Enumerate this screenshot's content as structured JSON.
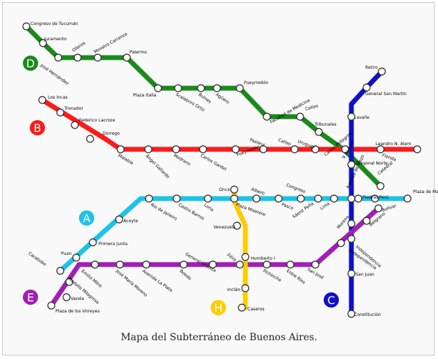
{
  "caption": "Mapa del Subterráneo de Buenos Aires.",
  "lines": [
    {
      "id": "A",
      "color": "#1ec2e6",
      "badge_color": "#1ec2e6",
      "badge_text": "#ffffff",
      "stations": [
        "Plaza de Mayo",
        "Perú",
        "Piedras",
        "Lima",
        "Sáenz Peña",
        "Congreso",
        "Pasco",
        "Alberti",
        "Plaza Miserere",
        "Loria",
        "Castro Barros",
        "Río de Janeiro",
        "Acoyte",
        "Primera Junta",
        "Puan",
        "Carabobo"
      ]
    },
    {
      "id": "B",
      "color": "#ff1a1a",
      "badge_color": "#ff1a1a",
      "badge_text": "#ffffff",
      "stations": [
        "Leandro N. Alem",
        "Florida",
        "Carlos Pellegrini",
        "Uruguay",
        "Callao",
        "Pasteur",
        "Pueyrredón",
        "Carlos Gardel",
        "Medrano",
        "Ángel Gallardo",
        "Malabia",
        "Dorrego",
        "Federico Lacroze",
        "Tronador",
        "Los Incas"
      ]
    },
    {
      "id": "C",
      "color": "#1010c8",
      "badge_color": "#1010c8",
      "badge_text": "#ffffff",
      "stations": [
        "Retiro",
        "General San Martín",
        "Lavalle",
        "Diagonal Norte",
        "Avenida de Mayo",
        "Moreno",
        "Independencia",
        "San Juan",
        "Constitución"
      ]
    },
    {
      "id": "D",
      "color": "#1a8a1a",
      "badge_color": "#1a8a1a",
      "badge_text": "#ffffff",
      "stations": [
        "Catedral",
        "9 de Julio",
        "Tribunales",
        "Callao",
        "Facultad de Medicina",
        "Pueyrredón",
        "Agüero",
        "Bulnes",
        "Scalabrini Ortiz",
        "Plaza Italia",
        "Palermo",
        "Ministro Carranza",
        "Olleros",
        "José Hernández",
        "Juramento",
        "Congreso de Tucumán"
      ]
    },
    {
      "id": "E",
      "color": "#a020b4",
      "badge_color": "#a020b4",
      "badge_text": "#ffffff",
      "stations": [
        "Bolívar",
        "Belgrano",
        "Independencia",
        "San José",
        "Entre Ríos",
        "Pichincha",
        "Jujuy",
        "General Urquiza",
        "Boedo",
        "Avenida La Plata",
        "José María Moreno",
        "Emilio Mitre",
        "Medalla Milagrosa",
        "Varela",
        "Plaza de los Virreyes"
      ]
    },
    {
      "id": "H",
      "color": "#ffcc00",
      "badge_color": "#ffcc00",
      "badge_text": "#ffffff",
      "stations": [
        "Once",
        "Venezuela",
        "Humberto I",
        "Inclán",
        "Caseros"
      ]
    }
  ]
}
